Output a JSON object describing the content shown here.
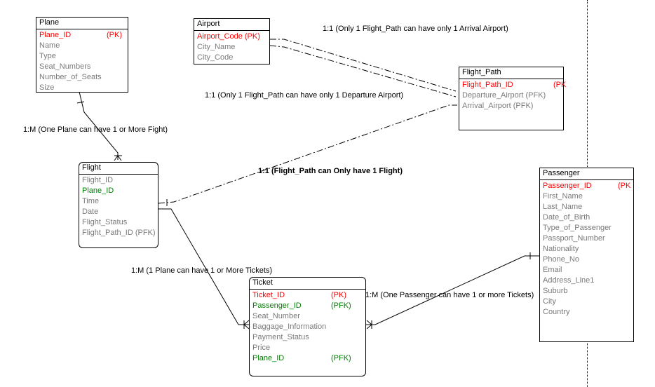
{
  "entities": {
    "plane": {
      "title": "Plane",
      "attrs": [
        {
          "name": "Plane_ID",
          "key": "(PK)",
          "kind": "pk"
        },
        {
          "name": "Name",
          "key": "",
          "kind": "plain"
        },
        {
          "name": "Type",
          "key": "",
          "kind": "plain"
        },
        {
          "name": "Seat_Numbers",
          "key": "",
          "kind": "plain"
        },
        {
          "name": "Number_of_Seats",
          "key": "",
          "kind": "plain"
        },
        {
          "name": "Size",
          "key": "",
          "kind": "plain"
        }
      ]
    },
    "airport": {
      "title": "Airport",
      "attrs": [
        {
          "name": "Airport_Code (PK)",
          "key": "",
          "kind": "pk"
        },
        {
          "name": "City_Name",
          "key": "",
          "kind": "plain"
        },
        {
          "name": "City_Code",
          "key": "",
          "kind": "plain"
        }
      ]
    },
    "flight_path": {
      "title": "Flight_Path",
      "attrs": [
        {
          "name": "Flight_Path_ID",
          "key": "(PK",
          "kind": "pk"
        },
        {
          "name": "Departure_Airport (PFK)",
          "key": "",
          "kind": "plain"
        },
        {
          "name": "Arrival_Airport (PFK)",
          "key": "",
          "kind": "plain"
        }
      ]
    },
    "flight": {
      "title": "Flight",
      "attrs": [
        {
          "name": "Flight_ID",
          "key": "",
          "kind": "plain"
        },
        {
          "name": "Plane_ID",
          "key": "",
          "kind": "fk"
        },
        {
          "name": "Time",
          "key": "",
          "kind": "plain"
        },
        {
          "name": "Date",
          "key": "",
          "kind": "plain"
        },
        {
          "name": "Flight_Status",
          "key": "",
          "kind": "plain"
        },
        {
          "name": "Flight_Path_ID (PFK)",
          "key": "",
          "kind": "plain"
        }
      ]
    },
    "ticket": {
      "title": "Ticket",
      "attrs": [
        {
          "name": "Ticket_ID",
          "key": "(PK)",
          "kind": "pk"
        },
        {
          "name": "Passenger_ID",
          "key": "(PFK)",
          "kind": "fk"
        },
        {
          "name": "Seat_Number",
          "key": "",
          "kind": "plain"
        },
        {
          "name": "Baggage_Information",
          "key": "",
          "kind": "plain"
        },
        {
          "name": "Payment_Status",
          "key": "",
          "kind": "plain"
        },
        {
          "name": "Price",
          "key": "",
          "kind": "plain"
        },
        {
          "name": "Plane_ID",
          "key": "(PFK)",
          "kind": "fk"
        }
      ]
    },
    "passenger": {
      "title": "Passenger",
      "attrs": [
        {
          "name": "Passenger_ID",
          "key": "(PK",
          "kind": "pk"
        },
        {
          "name": "First_Name",
          "key": "",
          "kind": "plain"
        },
        {
          "name": "Last_Name",
          "key": "",
          "kind": "plain"
        },
        {
          "name": "Date_of_Birth",
          "key": "",
          "kind": "plain"
        },
        {
          "name": "Type_of_Passenger",
          "key": "",
          "kind": "plain"
        },
        {
          "name": "Passport_Number",
          "key": "",
          "kind": "plain"
        },
        {
          "name": "Nationality",
          "key": "",
          "kind": "plain"
        },
        {
          "name": "Phone_No",
          "key": "",
          "kind": "plain"
        },
        {
          "name": "Email",
          "key": "",
          "kind": "plain"
        },
        {
          "name": "Address_Line1",
          "key": "",
          "kind": "plain"
        },
        {
          "name": "Suburb",
          "key": "",
          "kind": "plain"
        },
        {
          "name": "City",
          "key": "",
          "kind": "plain"
        },
        {
          "name": "Country",
          "key": "",
          "kind": "plain"
        }
      ]
    }
  },
  "relationships": {
    "arrival": "1:1 (Only 1 Flight_Path can have only 1 Arrival Airport)",
    "departure": "1:1 (Only 1 Flight_Path can have only 1 Departure Airport)",
    "plane_flight": "1:M (One Plane can have 1 or More Fight)",
    "flightpath_flight": "1:1 (Flight_Path can Only have 1 Flight)",
    "plane_tickets": "1:M (1 Plane can have 1 or More Tickets)",
    "passenger_ticket": "1:M (One Passenger can have 1 or more Tickets)"
  },
  "colors": {
    "pk": "#ff0000",
    "fk": "#008000",
    "plain": "#7a7a7a",
    "line": "#000000"
  }
}
